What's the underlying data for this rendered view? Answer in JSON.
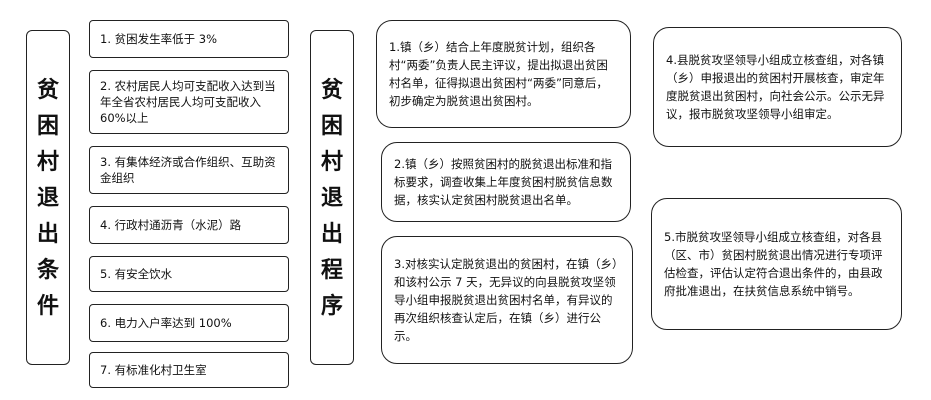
{
  "conditions_title": [
    "贫",
    "困",
    "村",
    "退",
    "出",
    "条",
    "件"
  ],
  "procedure_title": [
    "贫",
    "困",
    "村",
    "退",
    "出",
    "程",
    "序"
  ],
  "conditions": [
    "1. 贫困发生率低于 3%",
    "2. 农村居民人均可支配收入达到当年全省农村居民人均可支配收入 60%以上",
    "3. 有集体经济或合作组织、互助资金组织",
    "4. 行政村通沥青（水泥）路",
    "5. 有安全饮水",
    "6. 电力入户率达到 100%",
    "7. 有标准化村卫生室"
  ],
  "steps": [
    "1.镇（乡）结合上年度脱贫计划，组织各村“两委”负责人民主评议，提出拟退出贫困村名单，征得拟退出贫困村“两委”同意后，初步确定为脱贫退出贫困村。",
    "2.镇（乡）按照贫困村的脱贫退出标准和指标要求，调查收集上年度贫困村脱贫信息数据，核实认定贫困村脱贫退出名单。",
    "3.对核实认定脱贫退出的贫困村，在镇（乡）和该村公示 7 天，无异议的向县脱贫攻坚领导小组申报脱贫退出贫困村名单，有异议的再次组织核查认定后，在镇（乡）进行公示。",
    "4.县脱贫攻坚领导小组成立核查组，对各镇（乡）申报退出的贫困村开展核查，审定年度脱贫退出贫困村，向社会公示。公示无异议，报市脱贫攻坚领导小组审定。",
    "5.市脱贫攻坚领导小组成立核查组，对各县（区、市）贫困村脱贫退出情况进行专项评估检查，评估认定符合退出条件的，由县政府批准退出，在扶贫信息系统中销号。"
  ]
}
